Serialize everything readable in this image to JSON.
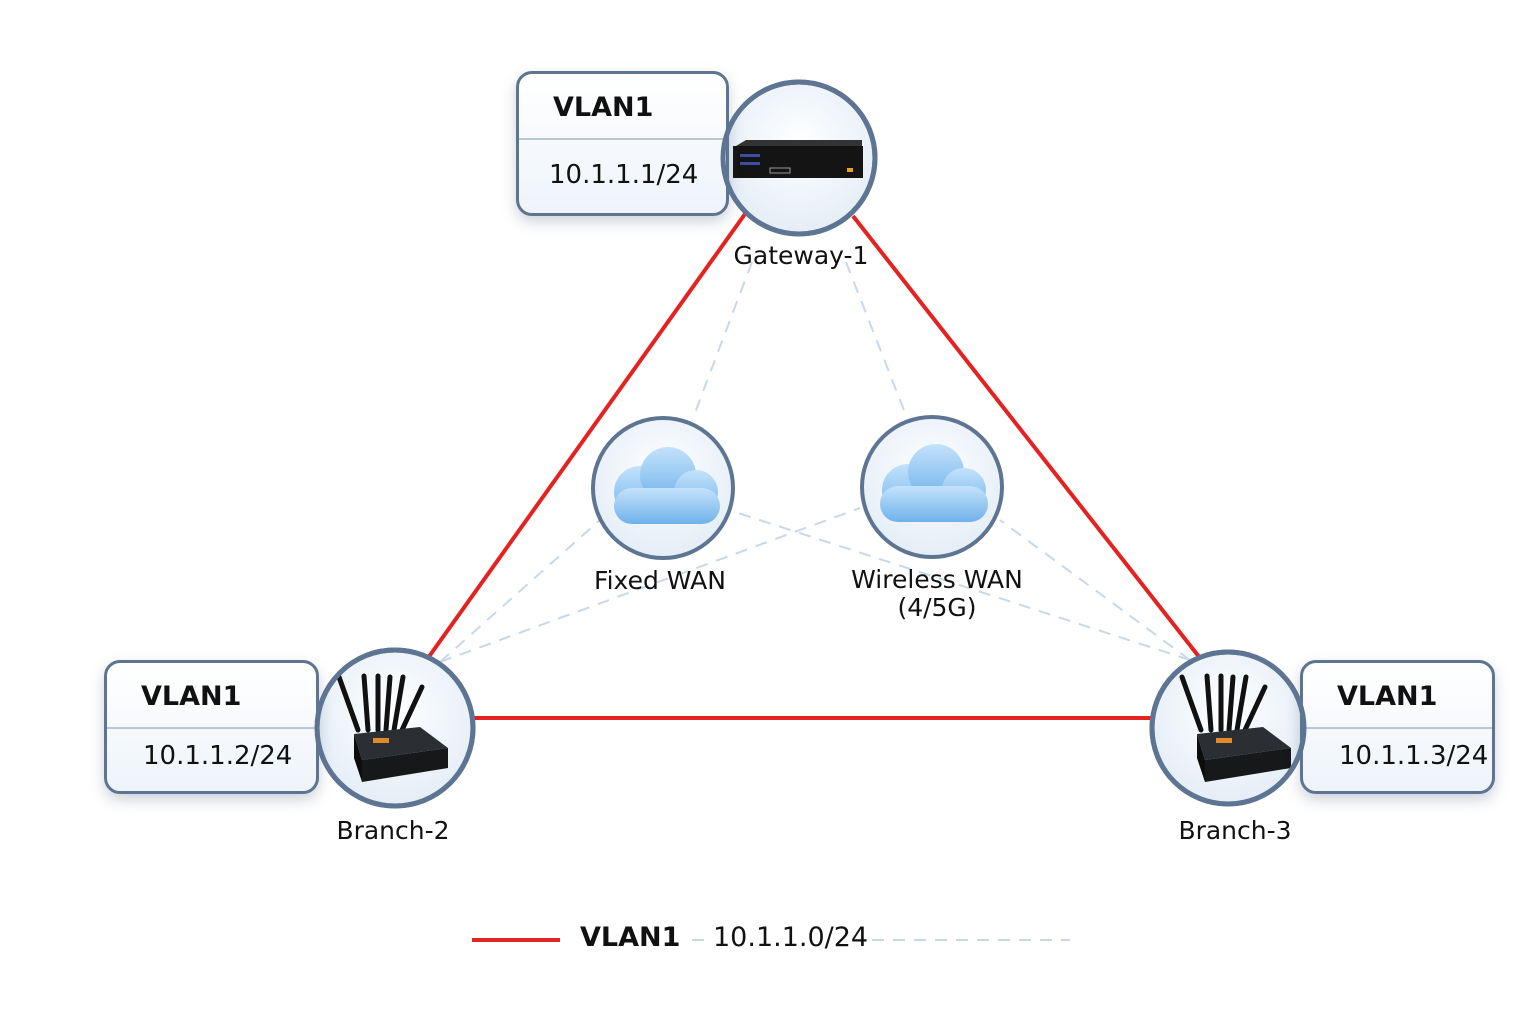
{
  "nodes": [
    {
      "name": "Gateway-1",
      "vlan": "VLAN1",
      "ip": "10.1.1.1/24",
      "device": "rack-gateway"
    },
    {
      "name": "Branch-2",
      "vlan": "VLAN1",
      "ip": "10.1.1.2/24",
      "device": "wireless-router"
    },
    {
      "name": "Branch-3",
      "vlan": "VLAN1",
      "ip": "10.1.1.3/24",
      "device": "wireless-router"
    }
  ],
  "clouds": [
    {
      "label": "Fixed WAN"
    },
    {
      "label_line1": "Wireless WAN",
      "label_line2": "(4/5G)"
    }
  ],
  "legend": {
    "vlan": "VLAN1",
    "subnet": "10.1.1.0/24"
  },
  "colors": {
    "vlan_link": "#e52222",
    "wan_link": "#c8d8ea",
    "node_ring": "#5d7592",
    "cloud": "#8cc4f0"
  }
}
